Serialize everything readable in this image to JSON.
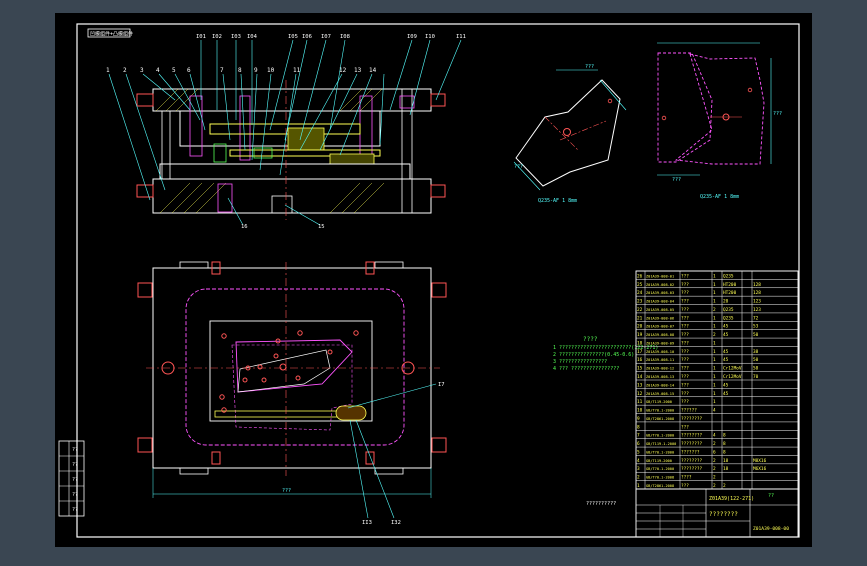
{
  "title_block_tab": "凹模组件+凸模组件",
  "part_numbers": {
    "left": [
      "1",
      "2",
      "3",
      "4",
      "5",
      "6",
      "7",
      "8",
      "9",
      "10",
      "11",
      "12",
      "13",
      "14"
    ],
    "top": [
      "I01",
      "I02",
      "I03",
      "I04",
      "I05",
      "I06",
      "I07",
      "I08",
      "I09",
      "I10",
      "I11"
    ],
    "bottom": [
      "16",
      "15"
    ],
    "plan": [
      "I7",
      "II3",
      "I32"
    ]
  },
  "dims": {
    "plan_overall": "???",
    "small_part_width": "???",
    "small_part_height": "???",
    "large_part_width": "???",
    "large_part_height": "???"
  },
  "part_captions": {
    "small": "Q235-AF 1 8mm",
    "large": "Q235-AF 1 8mm"
  },
  "tech_requirements": {
    "title": "????",
    "lines": [
      "1 ????????????????????????(122-271)",
      "2 ???????????????(0.45-0.6)",
      "3 ????????????????",
      "4 ???  ????????????????"
    ]
  },
  "bom_rows": [
    [
      "1",
      "GB/T2861-2008",
      "???",
      "2",
      "2",
      "",
      ""
    ],
    [
      "2",
      "GB/T70.1-2008",
      "????",
      "2",
      "",
      "",
      ""
    ],
    [
      "3",
      "GB/T70.1-2000",
      "????????",
      "2",
      "18",
      "",
      "M6X16"
    ],
    [
      "4",
      "GB/T119-2000",
      "????????",
      "2",
      "18",
      "",
      "M8X16"
    ],
    [
      "5",
      "GB/T70.1-2000",
      "???????",
      "6",
      "8",
      "",
      ""
    ],
    [
      "6",
      "GB/T119.1-2000",
      "????????",
      "2",
      "8",
      "",
      ""
    ],
    [
      "7",
      "GB/T70.1-2000",
      "????????",
      "4",
      "8",
      "",
      ""
    ],
    [
      "8",
      "",
      "???",
      "",
      "",
      "",
      ""
    ],
    [
      "9",
      "GB/T2861-2008",
      "????????",
      "",
      "",
      "",
      ""
    ],
    [
      "10",
      "GB/T70.1-2000",
      "??????",
      "4",
      "",
      "",
      ""
    ],
    [
      "11",
      "GB/T119-2000",
      "???",
      "1",
      "",
      "",
      ""
    ],
    [
      "12",
      "Z01A39-008-15",
      "???",
      "1",
      "45",
      "",
      ""
    ],
    [
      "13",
      "Z01A39-008-14",
      "???",
      "1",
      "45",
      "",
      ""
    ],
    [
      "14",
      "Z01A39-008-13",
      "???",
      "1",
      "Cr12MoV",
      "",
      "70"
    ],
    [
      "15",
      "Z01A39-008-12",
      "???",
      "1",
      "Cr12MoV",
      "",
      "58"
    ],
    [
      "16",
      "Z01A39-008-11",
      "???",
      "1",
      "45",
      "",
      "50"
    ],
    [
      "17",
      "Z01A39-008-10",
      "???",
      "1",
      "45",
      "",
      "38"
    ],
    [
      "18",
      "Z01A39-008-09",
      "???",
      "1",
      "",
      "",
      ""
    ],
    [
      "19",
      "Z01A39-008-08",
      "???",
      "2",
      "45",
      "",
      "50"
    ],
    [
      "20",
      "Z01A39-008-07",
      "???",
      "1",
      "45",
      "",
      "53"
    ],
    [
      "21",
      "Z01A39-008-06",
      "???",
      "1",
      "Q235",
      "",
      "72"
    ],
    [
      "22",
      "Z01A39-008-05",
      "???",
      "2",
      "Q235",
      "",
      "123"
    ],
    [
      "23",
      "Z01A39-008-04",
      "???",
      "1",
      "20",
      "",
      "123"
    ],
    [
      "24",
      "Z01A39-008-03",
      "???",
      "1",
      "HT200",
      "",
      "128"
    ],
    [
      "25",
      "Z01A39-008-02",
      "???",
      "1",
      "HT200",
      "",
      "128"
    ],
    [
      "26",
      "Z01A39-008-01",
      "???",
      "1",
      "Q235",
      "",
      ""
    ]
  ],
  "title_block": {
    "drawing_no": "Z01A39(122-271)",
    "name": "????????",
    "code": "Z01A39-008-00",
    "caption": "??????????",
    "label": "??"
  },
  "revision_cells": [
    "??",
    "??",
    "??",
    "??",
    "??"
  ]
}
